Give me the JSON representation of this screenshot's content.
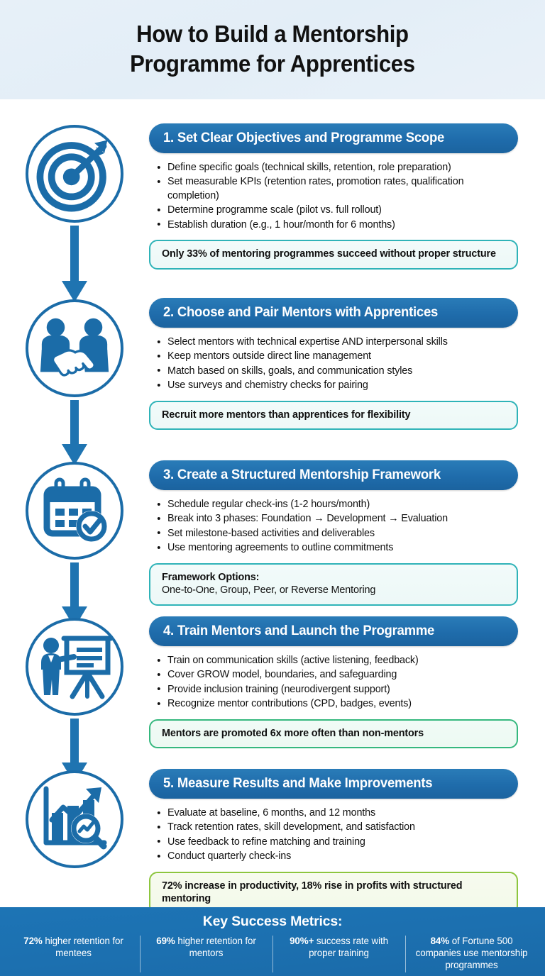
{
  "header": {
    "title": "How to Build a Mentorship\nProgramme for Apprentices"
  },
  "colors": {
    "banner_blue": "#1f6cab",
    "icon_blue": "#1b6ca8",
    "header_bg": "#e6eff8",
    "footer_blue": "#1c70b0",
    "callout_teal": "#2fb3b8",
    "callout_green_teal": "#35b87e",
    "callout_lime": "#8dc63f"
  },
  "steps": [
    {
      "number": "1.",
      "icon": "target-arrow-icon",
      "title": "1.  Set Clear Objectives and Programme Scope",
      "bullets": [
        "Define specific goals (technical skills, retention, role preparation)",
        "Set measurable KPIs (retention rates, promotion rates, qualification completion)",
        "Determine programme scale (pilot vs. full rollout)",
        "Establish duration (e.g., 1 hour/month for 6 months)"
      ],
      "callout": {
        "style": "teal",
        "line1": "Only 33% of mentoring programmes succeed without proper structure",
        "line2": ""
      }
    },
    {
      "number": "2.",
      "icon": "handshake-people-icon",
      "title": "2. Choose and Pair Mentors with Apprentices",
      "bullets": [
        "Select mentors with technical expertise AND interpersonal skills",
        "Keep mentors outside direct line management",
        "Match based on skills, goals, and communication styles",
        "Use surveys and chemistry checks for pairing"
      ],
      "callout": {
        "style": "teal",
        "line1": "Recruit more mentors than apprentices for flexibility",
        "line2": ""
      }
    },
    {
      "number": "3.",
      "icon": "calendar-check-icon",
      "title": "3. Create a Structured Mentorship Framework",
      "bullets": [
        "Schedule regular check-ins (1-2 hours/month)",
        "Break into 3 phases: Foundation → Development → Evaluation",
        "Set milestone-based activities and deliverables",
        "Use mentoring agreements to outline commitments"
      ],
      "callout": {
        "style": "teal",
        "line1": "Framework Options:",
        "line2": "One-to-One, Group, Peer, or Reverse Mentoring"
      }
    },
    {
      "number": "4.",
      "icon": "trainer-presentation-icon",
      "title": "4. Train Mentors and Launch the Programme",
      "bullets": [
        "Train on communication skills (active listening, feedback)",
        "Cover GROW model, boundaries, and safeguarding",
        "Provide inclusion training (neurodivergent support)",
        "Recognize mentor contributions (CPD, badges, events)"
      ],
      "callout": {
        "style": "green-teal",
        "line1": "Mentors are promoted 6x more often than non-mentors",
        "line2": ""
      }
    },
    {
      "number": "5.",
      "icon": "growth-chart-magnifier-icon",
      "title": "5. Measure Results and Make Improvements",
      "bullets": [
        "Evaluate at baseline, 6 months, and 12 months",
        "Track retention rates, skill development, and satisfaction",
        "Use feedback to refine matching and training",
        "Conduct quarterly check-ins"
      ],
      "callout": {
        "style": "lime",
        "line1": "72% increase in productivity, 18% rise in profits with structured mentoring",
        "line2": ""
      }
    }
  ],
  "footer": {
    "title": "Key Success Metrics:",
    "metrics": [
      {
        "value": "72%",
        "label": " higher retention for mentees"
      },
      {
        "value": "69%",
        "label": " higher retention for mentors"
      },
      {
        "value": "90%+",
        "label": " success rate with proper training"
      },
      {
        "value": "84%",
        "label": " of Fortune 500 companies use mentorship programmes"
      }
    ]
  }
}
